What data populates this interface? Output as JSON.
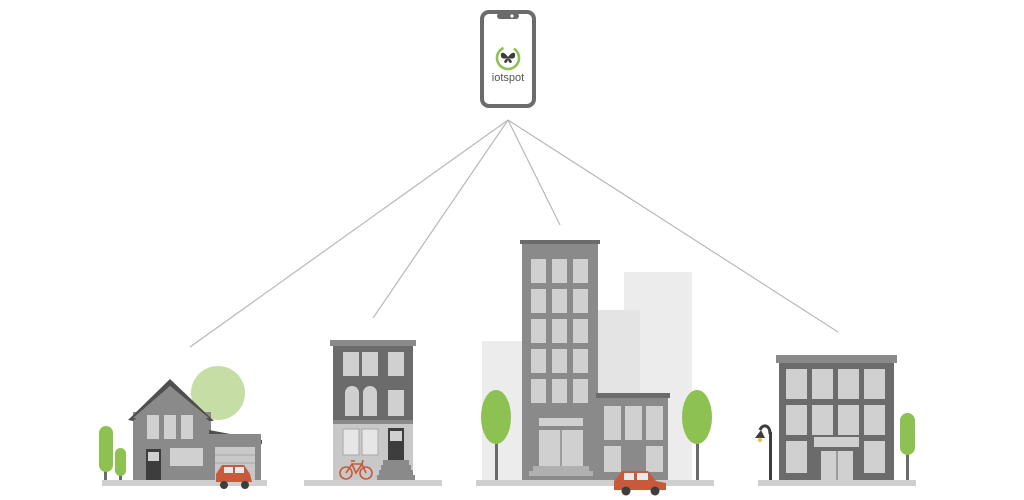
{
  "app": {
    "brand": "iotspot",
    "icon": "butterfly-icon"
  },
  "colors": {
    "accent_green": "#8dc152",
    "accent_green_light": "#c6dea5",
    "car_orange": "#c9593b",
    "building_dark": "#6b6b6b",
    "building_mid": "#8a8a8a",
    "window": "#d0d0d0",
    "ground": "#cfcfcf",
    "connector_line": "#b8b8b8"
  },
  "scene": {
    "connections": [
      {
        "target": "suburban-house"
      },
      {
        "target": "townhouse"
      },
      {
        "target": "city-center"
      },
      {
        "target": "office-building"
      }
    ],
    "buildings": [
      {
        "name": "suburban-house",
        "has_car": true,
        "has_trees": true
      },
      {
        "name": "townhouse",
        "has_bicycle": true
      },
      {
        "name": "city-center",
        "has_car": true,
        "has_trees": true
      },
      {
        "name": "office-building",
        "has_streetlamp": true,
        "has_trees": true
      }
    ]
  }
}
